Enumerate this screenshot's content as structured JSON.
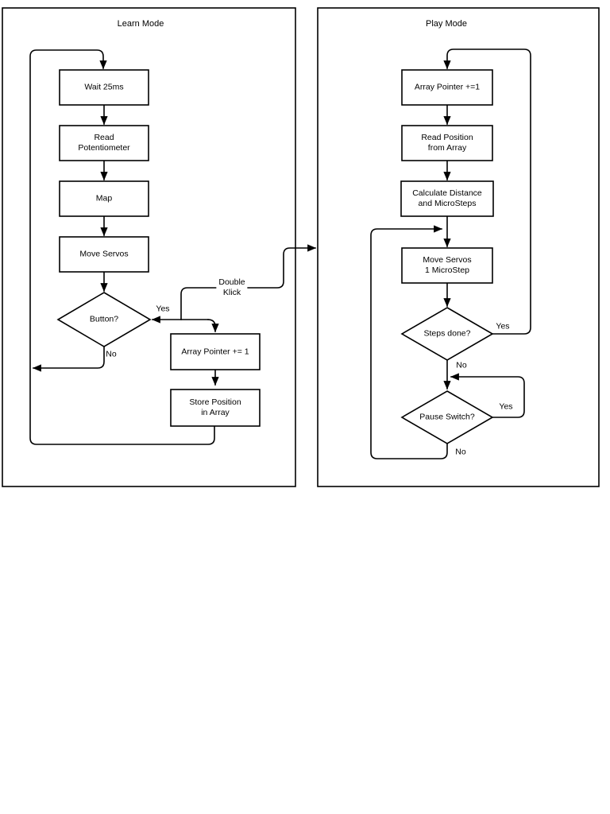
{
  "diagram": {
    "colors": {
      "stroke": "#000000",
      "background": "#ffffff"
    },
    "learn": {
      "title": "Learn Mode",
      "nodes": {
        "wait": "Wait 25ms",
        "read_potentiometer": "Read\nPotentiometer",
        "map": "Map",
        "move_servos": "Move Servos",
        "button_decision": "Button?",
        "array_pointer": "Array Pointer += 1",
        "store_position": "Store Position\nin Array"
      },
      "edge_labels": {
        "yes": "Yes",
        "no": "No",
        "double_klick": "Double\nKlick"
      }
    },
    "play": {
      "title": "Play Mode",
      "nodes": {
        "array_pointer": "Array Pointer +=1",
        "read_position": "Read Position\nfrom Array",
        "calculate_distance": "Calculate Distance\nand MicroSteps",
        "move_servos": "Move Servos\n1 MicroStep",
        "steps_done": "Steps done?",
        "pause_switch": "Pause Switch?"
      },
      "edge_labels": {
        "steps_yes": "Yes",
        "steps_no": "No",
        "pause_yes": "Yes",
        "pause_no": "No"
      }
    }
  }
}
